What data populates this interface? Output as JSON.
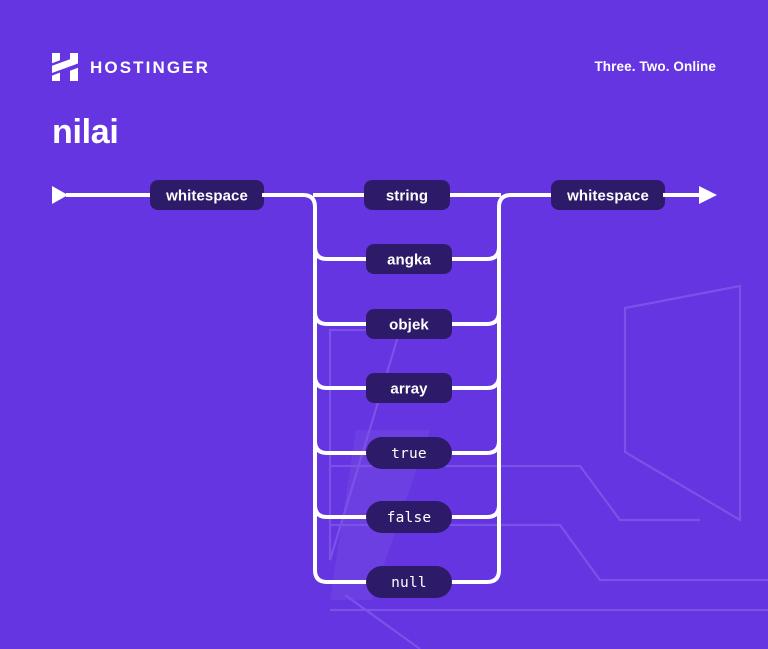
{
  "theme": {
    "background": "#6435E0",
    "node_fill": "#2D1B69",
    "rail_color": "#FFFFFF",
    "text_color": "#FFFFFF",
    "watermark_color": "#7B52E8"
  },
  "header": {
    "logo_word": "HOSTINGER",
    "logo_icon": "hostinger-h-logo",
    "tagline": "Three. Two. Online"
  },
  "page_title": "nilai",
  "diagram": {
    "type": "railroad-syntax-diagram",
    "start_marker": "start-arrow",
    "end_marker": "end-arrow",
    "prefix_node": {
      "label": "whitespace",
      "kind": "nonterminal"
    },
    "suffix_node": {
      "label": "whitespace",
      "kind": "nonterminal"
    },
    "alternatives": [
      {
        "label": "string",
        "kind": "nonterminal"
      },
      {
        "label": "angka",
        "kind": "nonterminal"
      },
      {
        "label": "objek",
        "kind": "nonterminal"
      },
      {
        "label": "array",
        "kind": "nonterminal"
      },
      {
        "label": "true",
        "kind": "terminal"
      },
      {
        "label": "false",
        "kind": "terminal"
      },
      {
        "label": "null",
        "kind": "terminal"
      }
    ]
  }
}
